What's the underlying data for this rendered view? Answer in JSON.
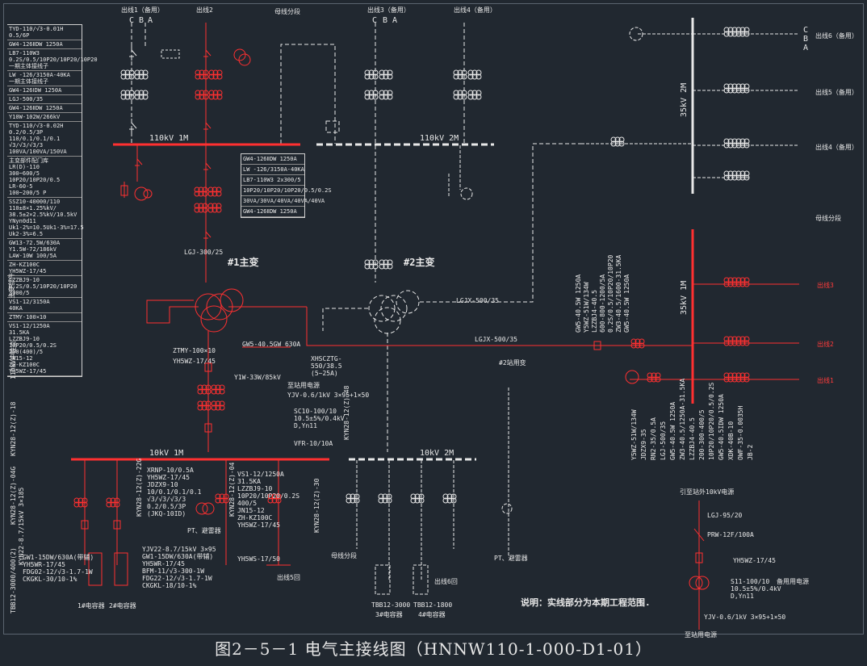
{
  "caption": "图2－5－1 电气主接线图（HNNW110-1-000-D1-01）",
  "note": "说明：实线部分为本期工程范围.",
  "colors": {
    "existing": "#e8e8e8",
    "this_phase": "#ff3030",
    "background": "#212830"
  },
  "top_feeders": {
    "f1": "出线1（备用）",
    "f2": "出线2",
    "bus_section": "母线分段",
    "f3": "出线3（备用）",
    "f4": "出线4（备用）"
  },
  "phase_labels": [
    "C",
    "B",
    "A"
  ],
  "buses": {
    "b110_1": "110kV 1M",
    "b110_2": "110kV 2M",
    "b10_1": "10kV 1M",
    "b10_2": "10kV 2M",
    "b35_1": "35kV 1M",
    "b35_2": "35kV 2M"
  },
  "transformers": {
    "t1": "#1主变",
    "t2": "#2主变",
    "station": "#2站用变"
  },
  "legend": [
    "TYD-110/√3-0.01H\n0.5/6P",
    "GW4-126ⅡDW 1250A",
    "LB7-110W3\n0.2S/0.5/10P20/10P20/10P20\n一期主体接线子",
    "LW -126/3150A-40KA\n一期主体接线子",
    "GW4-126ⅠDW 1250A",
    "LGJ-500/35",
    "GW4-126ⅡDW 1250A",
    "Y10W-102W/266kV",
    "TYD-110/√3-0.02H\n0.2/0.5/3P\n110/0.1/0.1/0.1\n√3/√3/√3/3\n100VA/100VA/150VA",
    "主变部件配门库\nLR(D)-110\n300~600/5\n10P20/10P20/0.5\nLR-60-5\n100~200/5 P",
    "SSZ10-40000/110\n110±8×1.25%kV/\n38.5±2×2.5%kV/10.5kV\nYNyn0d11\nUk1-2%=10.5Uk1-3%=17.5\nUk2-3%=6.5",
    "GW13-72.5W/630A\nY1.5W-72/186kV\nLAW-10W 100/5A",
    "ZH-KZ100C\nYH5WZ-17/45",
    "LZZBJ9-10\n0.2S/0.5/10P20/10P20\n3000/5",
    "VS1-12/3150A\n40KA",
    "ZTMY-100×10",
    "VS1-12/1250A\n31.5KA\nLZZBJ9-10\n10P20/0.5/0.2S\n200(400)/5\nJN15-12\nZH-KZ100C\nYH5WZ-17/45"
  ],
  "side_rot": {
    "a": "主变部件",
    "b": "110kV中性点",
    "c": "KYN28-12(Z)-18",
    "d": "KYN28-12(Z)-04G",
    "e": "KYN22-8.7/15kV 3×185",
    "f": "TBB12-3000/400(2)"
  },
  "mid_table": [
    "GW4-126ⅡDW 1250A",
    "LW -126/3150A-40KA",
    "LB7-110W3    2x300/5",
    "10P20/10P20/10P20/0.5/0.2S",
    "30VA/30VA/40VA/40VA/40VA",
    "GW4-126ⅡDW 1250A"
  ],
  "labels": {
    "lgj300": "LGJ-300/25",
    "lgj500a": "LGJX-500/35",
    "lgj500b": "LGJX-500/35",
    "gw5": "GW5-40.5GW 630A",
    "ztmy": "ZTMY-100×10",
    "yh5wz": "YH5WZ-17/45",
    "y1w": "Y1W-33W/85kV",
    "xhsc": "XHSCZTG-\n550/38.5\n(5~25A)",
    "zhanyong": "至站用电源",
    "yjv1": "YJV-0.6/1kV 3×95+1×50",
    "sc10": "SC10-100/10\n10.5±5%/0.4kV\nD,Yn11",
    "vfr": "VFR-10/10A",
    "kyn_a": "KYN28-12(Z)-48",
    "xrnp": "XRNP-10/0.5A\nYH5WZ-17/45\nJDZX9-10\n10/0.1/0.1/0.1\n√3/√3/√3/3\n0.2/0.5/3P\n(JKQ-10ID)",
    "kyn_b": "KYN28-12(Z)-22G",
    "kyn_c": "KYN28-12(Z)-04",
    "vs1b": "VS1-12/1250A\n31.5KA\nLZZBJ9-10\n10P20/10P20/0.2S\n400/5\nJN15-12\nZH-KZ100C\nYH5WZ-17/45",
    "kyn_d": "KYN28-12(Z)-30",
    "pt1": "PT、避雷器",
    "pt2": "PT、避雷器",
    "bus_section10": "母线分段",
    "out5": "出线5回",
    "out6": "出线6回",
    "yh5ws": "YH5WS-17/50",
    "cap_left": "YJV22-8.7/15kV 3×95\nGW1-15DW/630A(带辅)\nYH5WR-17/45\nBFM-11/√3-300-1W\nFDG22-12/√3-1.7-1W\nCKGKL-18/10-1%",
    "cap_right_left": "GW1-15DW/630A(带辅)\nYH5WR-17/45\nFDG02-12/√3-1.7-1W\nCKGKL-30/10-1%",
    "cap1": "1#电容器",
    "cap2": "2#电容器",
    "tbb1": "TBB12-3000",
    "tbb2": "TBB12-1800",
    "cap3": "3#电容器",
    "cap4": "4#电容器",
    "out6_35": "出线6（备用）",
    "out5_35": "出线5（备用）",
    "out4_35": "出线4（备用）",
    "bus_section35": "母线分段",
    "out3_35": "出线3",
    "out2_35": "出线2",
    "out1_35": "出线1",
    "left35": "GW5-40.5W 1250A\nY5WZ-51W/134W\nLZZBJ4-40.5\n600-800-1200/5A\n0.2S/0.5/10P20/10P20\nZW3-40.5/1600-31.5KA\nGW5-40.5W 1250A",
    "right35": "Y5WZ-51W/134W\nJDZX9-35\nRN2-35/0.5A\nLGJ-500/35\nGW5-40.5W 1250A\nZW3-40.5/1250A-31.5KA\nLZZBJ4-40.5\n200-300-400/5\n10P20/10P20/0.5/0.2S\nGW5-40.5IDW 1250A\nXDK-40B-10\nOWF-35-0.0035H\nJB-2",
    "ext10": "引至站外10kV电源",
    "lgj95": "LGJ-95/20",
    "prw": "PRW-12F/100A",
    "yh5wz2": "YH5WZ-17/45",
    "s11": "S11-100/10\n10.5±5%/0.4kV\nD,Yn11",
    "backup": "备用用电源",
    "yjv2": "YJV-0.6/1kV 3×95+1×50",
    "zhanyong2": "至站用电源"
  }
}
